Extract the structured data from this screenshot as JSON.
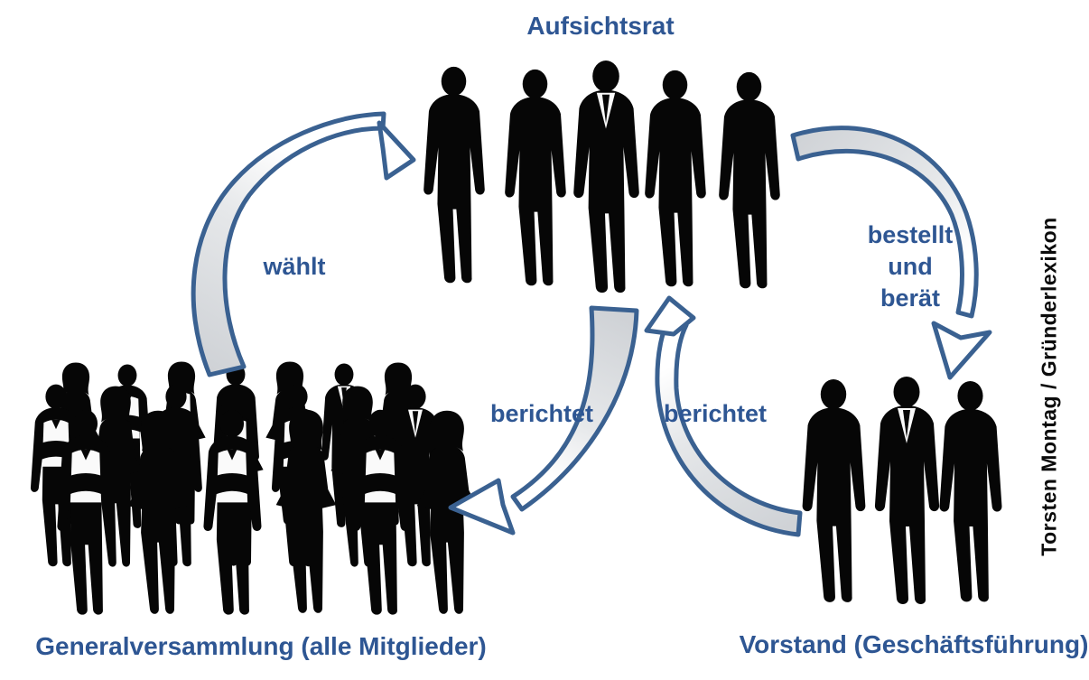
{
  "diagram": {
    "title": "Aufsichtsrat",
    "nodes": [
      {
        "id": "aufsichtsrat",
        "label": "Aufsichtsrat",
        "members_visible": 5
      },
      {
        "id": "generalversammlung",
        "label": "Generalversammlung (alle Mitglieder)",
        "members_visible": 20
      },
      {
        "id": "vorstand",
        "label": "Vorstand (Geschäftsführung)",
        "members_visible": 3
      }
    ],
    "edges": [
      {
        "from": "generalversammlung",
        "to": "aufsichtsrat",
        "label": "wählt"
      },
      {
        "from": "aufsichtsrat",
        "to": "vorstand",
        "label": "bestellt und berät",
        "lines": [
          "bestellt",
          "und",
          "berät"
        ]
      },
      {
        "from": "aufsichtsrat",
        "to": "generalversammlung",
        "label": "berichtet"
      },
      {
        "from": "vorstand",
        "to": "aufsichtsrat",
        "label": "berichtet"
      }
    ],
    "credit": "Torsten Montag / Gründerlexikon",
    "colors": {
      "label_blue": "#2E5693",
      "arrow_stroke": "#3A6191",
      "arrow_tail_gray": "#CFD2D6",
      "arrow_head_fill": "#FFFFFF",
      "silhouette_black": "#060606",
      "background": "#FFFFFF"
    }
  }
}
